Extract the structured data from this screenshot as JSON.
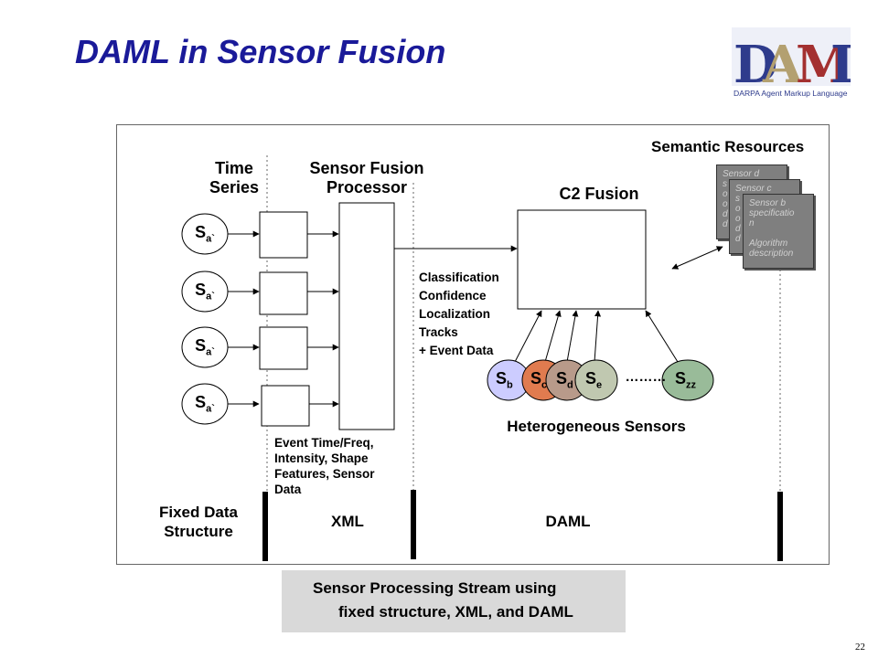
{
  "title": "DAML in Sensor Fusion",
  "logo": {
    "letters": "DAML",
    "tagline": "DARPA Agent Markup Language"
  },
  "labels": {
    "time_series": "Time\nSeries",
    "sensor_fusion_processor": "Sensor Fusion\nProcessor",
    "c2_fusion": "C2 Fusion",
    "semantic_resources": "Semantic Resources",
    "outputs": "Classification\nConfidence\nLocalization\nTracks\n+ Event Data",
    "event_data": "Event Time/Freq,\nIntensity, Shape\nFeatures, Sensor\nData",
    "heterogeneous_sensors": "Heterogeneous Sensors",
    "fixed_data_structure": "Fixed Data\nStructure",
    "xml": "XML",
    "daml": "DAML",
    "dots": "………"
  },
  "time_series_sensors": [
    {
      "main": "S",
      "sub": "a`"
    },
    {
      "main": "S",
      "sub": "a`"
    },
    {
      "main": "S",
      "sub": "a`"
    },
    {
      "main": "S",
      "sub": "a`"
    }
  ],
  "hetero_sensors": [
    {
      "main": "S",
      "sub": "b",
      "color": "#ccccff"
    },
    {
      "main": "S",
      "sub": "c",
      "color": "#e07b4f"
    },
    {
      "main": "S",
      "sub": "d",
      "color": "#b89a8a"
    },
    {
      "main": "S",
      "sub": "e",
      "color": "#c0c8b0"
    }
  ],
  "last_sensor": {
    "main": "S",
    "sub": "zz",
    "color": "#99bb99"
  },
  "semantic_docs": [
    {
      "lines": [
        "Sensor d",
        "s",
        "o",
        "o",
        "d",
        "d"
      ]
    },
    {
      "lines": [
        "Sensor c",
        "s",
        "o",
        "o",
        "d",
        "d"
      ]
    },
    {
      "lines": [
        "Sensor b",
        "specificatio",
        "n",
        "",
        "Algorithm",
        "description"
      ]
    }
  ],
  "caption": {
    "line1": "Sensor Processing Stream using",
    "line2": "fixed structure, XML, and DAML"
  },
  "page_number": "22"
}
